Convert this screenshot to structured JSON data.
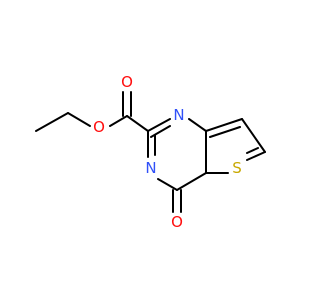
{
  "molecule": {
    "atoms": {
      "o_carbonyl_ester": {
        "symbol": "O",
        "color": "#ff0d0d"
      },
      "o_ether_ester": {
        "symbol": "O",
        "color": "#ff0d0d"
      },
      "n_top": {
        "symbol": "N",
        "color": "#3050f8"
      },
      "n_bottom": {
        "symbol": "N",
        "color": "#3050f8"
      },
      "s_ring": {
        "symbol": "S",
        "color": "#c8a800"
      },
      "o_ketone": {
        "symbol": "O",
        "color": "#ff0d0d"
      }
    },
    "bond_color": "#000000"
  }
}
